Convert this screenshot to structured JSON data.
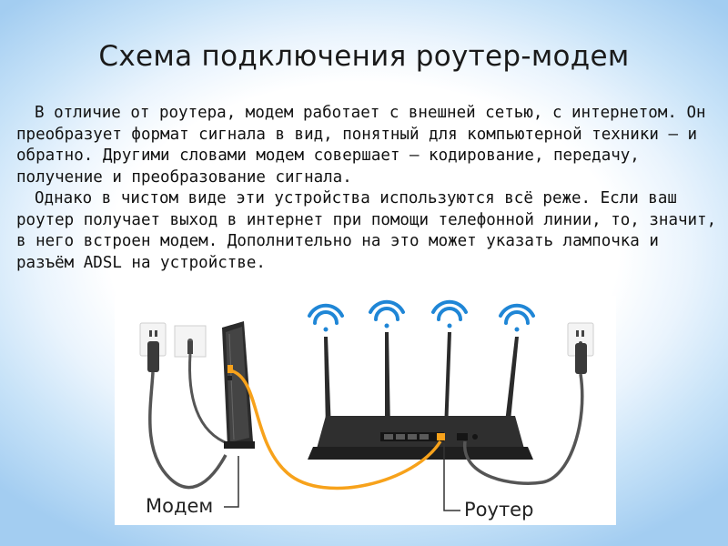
{
  "slide": {
    "title": "Схема подключения роутер-модем",
    "paragraphs": [
      "В отличие от роутера, модем работает с внешней сетью, с интернетом. Он преобразует формат сигнала в вид, понятный для компьютерной техники – и обратно. Другими словами модем совершает – кодирование, передачу, получение и преобразование сигнала.",
      "Однако в чистом виде эти устройства используются всё реже. Если ваш роутер получает выход в интернет при помощи телефонной линии, то, значит, в него встроен модем. Дополнительно на это может указать лампочка и разъём ADSL на устройстве."
    ]
  },
  "diagram": {
    "modem_label": "Модем",
    "router_label": "Роутер",
    "colors": {
      "wifi": "#1f86d6",
      "cable": "#f7a21b",
      "device": "#2b2b2b",
      "power_cord": "#555555"
    },
    "icons": [
      "wall-outlet-icon",
      "phone-jack-icon",
      "wifi-signal-icon",
      "wall-outlet-icon"
    ]
  }
}
